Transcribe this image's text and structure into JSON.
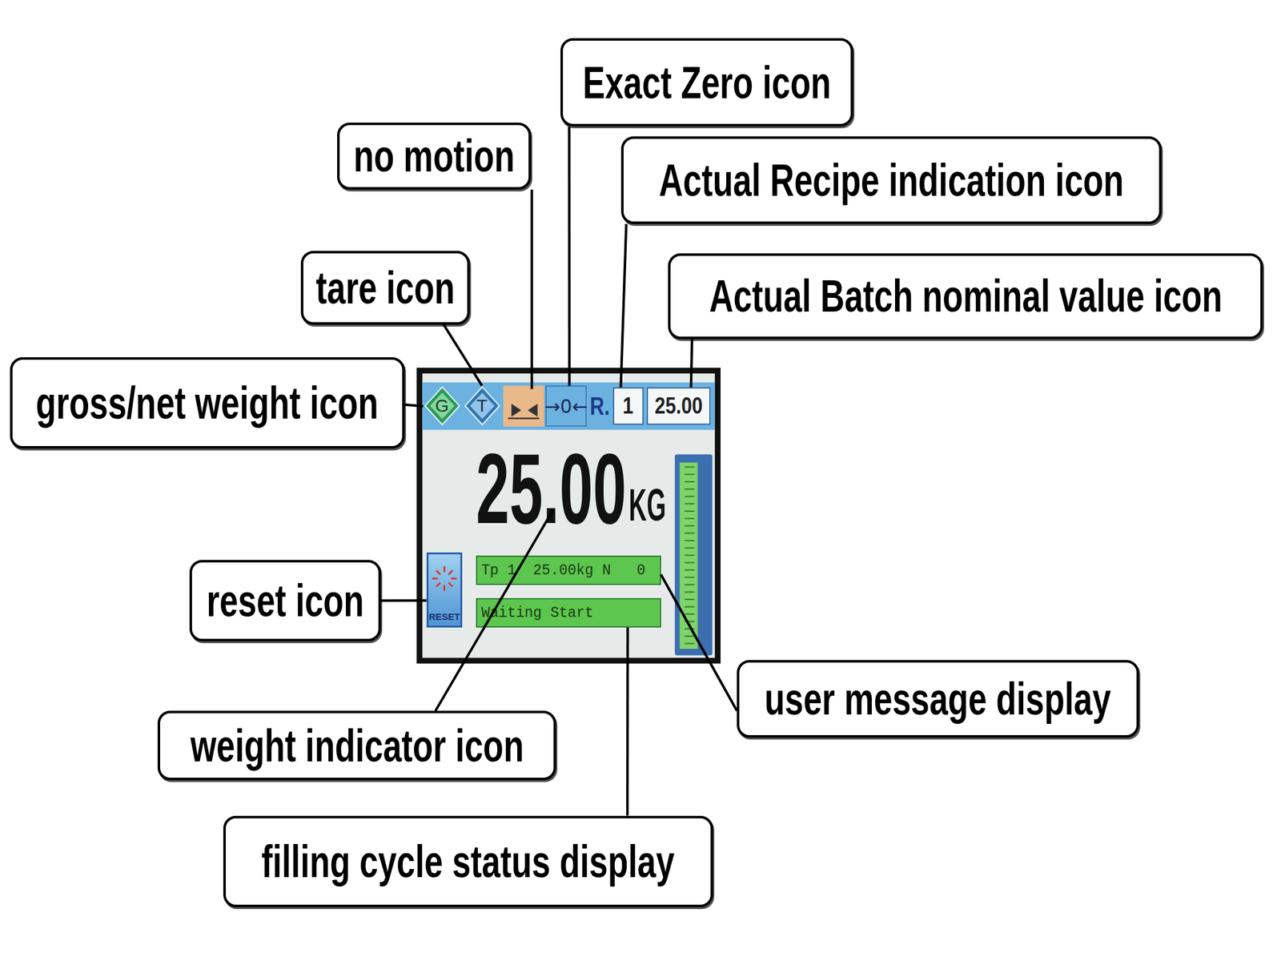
{
  "diagram": {
    "nodes": [
      {
        "text": [
          "Exact Zero icon"
        ]
      },
      {
        "text": [
          "no motion"
        ]
      },
      {
        "text": [
          "Actual Recipe indication icon"
        ]
      },
      {
        "text": [
          "tare icon"
        ]
      },
      {
        "text": [
          "Actual Batch nominal value icon"
        ]
      },
      {
        "text": [
          "gross/net weight icon"
        ]
      },
      {
        "text": [
          "G"
        ]
      },
      {
        "text": [
          "T"
        ]
      },
      {
        "text": [
          "→0←"
        ]
      },
      {
        "text": [
          "R."
        ]
      },
      {
        "text": [
          "1"
        ]
      },
      {
        "text": [
          "25.00"
        ]
      },
      {
        "text": [
          "RESET"
        ]
      },
      {
        "text": [
          "Tp 1  25.00kg N   0"
        ]
      },
      {
        "text": [
          "Waiting Start"
        ]
      },
      {
        "text": [
          "reset icon"
        ]
      },
      {
        "text": [
          "user message display"
        ]
      },
      {
        "text": [
          "weight indicator icon"
        ]
      },
      {
        "text": [
          "filling cycle status display"
        ]
      }
    ],
    "edges": [
      {
        "from": 5,
        "to": 6,
        "arrow": "none"
      },
      {
        "from": 3,
        "to": 7,
        "arrow": "none"
      },
      {
        "from": 0,
        "to": 8,
        "arrow": "none"
      },
      {
        "from": 2,
        "to": 10,
        "arrow": "none"
      },
      {
        "from": 4,
        "to": 11,
        "arrow": "none"
      },
      {
        "from": 15,
        "to": 12,
        "arrow": "none"
      },
      {
        "from": 18,
        "to": 14,
        "arrow": "none"
      },
      {
        "from": 16,
        "to": 13,
        "arrow": "none"
      }
    ],
    "labels": [
      "25.00",
      "KG"
    ]
  }
}
